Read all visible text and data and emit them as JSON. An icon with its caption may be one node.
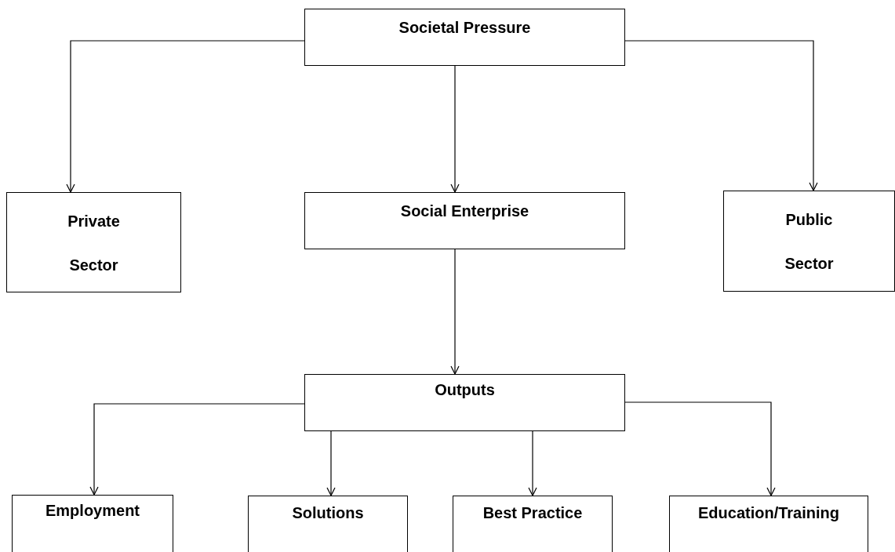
{
  "diagram": {
    "nodes": [
      {
        "text": [
          "Societal Pressure"
        ]
      },
      {
        "text": [
          "Private Sector"
        ]
      },
      {
        "text": [
          "Social Enterprise"
        ]
      },
      {
        "text": [
          "Public Sector"
        ]
      },
      {
        "text": [
          "Outputs"
        ]
      },
      {
        "text": [
          "Employment"
        ]
      },
      {
        "text": [
          "Solutions"
        ]
      },
      {
        "text": [
          "Best Practice"
        ]
      },
      {
        "text": [
          "Education/Training"
        ]
      }
    ],
    "edges": [
      {
        "from": 0,
        "to": 1,
        "arrow": "to"
      },
      {
        "from": 0,
        "to": 2,
        "arrow": "to"
      },
      {
        "from": 0,
        "to": 3,
        "arrow": "to"
      },
      {
        "from": 2,
        "to": 4,
        "arrow": "to"
      },
      {
        "from": 4,
        "to": 5,
        "arrow": "to"
      },
      {
        "from": 4,
        "to": 6,
        "arrow": "to"
      },
      {
        "from": 4,
        "to": 7,
        "arrow": "to"
      },
      {
        "from": 4,
        "to": 8,
        "arrow": "to"
      }
    ]
  }
}
